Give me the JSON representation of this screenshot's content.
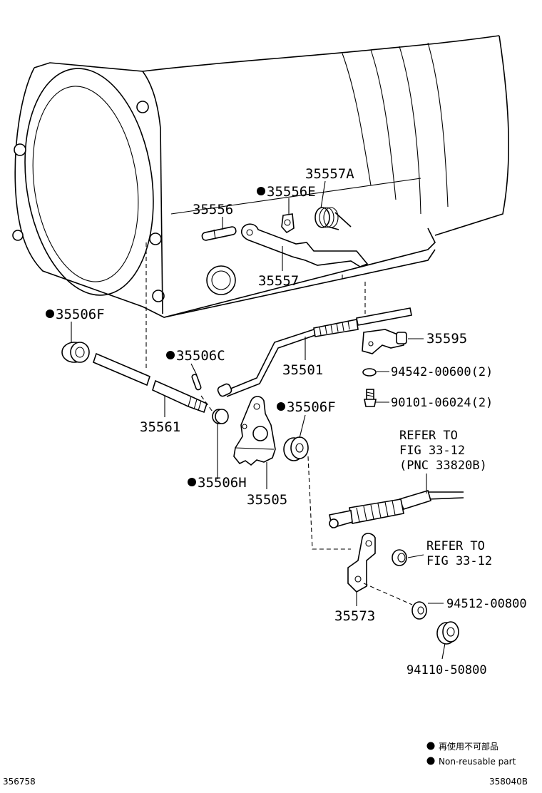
{
  "parts": {
    "p35557A": "35557A",
    "p35556E": "35556E",
    "p35556": "35556",
    "p35557": "35557",
    "p35506F_a": "35506F",
    "p35506C": "35506C",
    "p35595": "35595",
    "p35501": "35501",
    "p94542": "94542-00600(2)",
    "p90101": "90101-06024(2)",
    "p35506F_b": "35506F",
    "p35561": "35561",
    "p35506H": "35506H",
    "p35505": "35505",
    "p35573": "35573",
    "p94512": "94512-00800",
    "p94110": "94110-50800"
  },
  "references": {
    "ref1_line1": "REFER TO",
    "ref1_line2": "FIG 33-12",
    "ref1_line3": "(PNC 33820B)",
    "ref2_line1": "REFER TO",
    "ref2_line2": "FIG 33-12"
  },
  "legend": {
    "jp": "再使用不可部品",
    "en": "Non-reusable part"
  },
  "footer": {
    "left_code": "356758",
    "right_code": "358040B"
  }
}
